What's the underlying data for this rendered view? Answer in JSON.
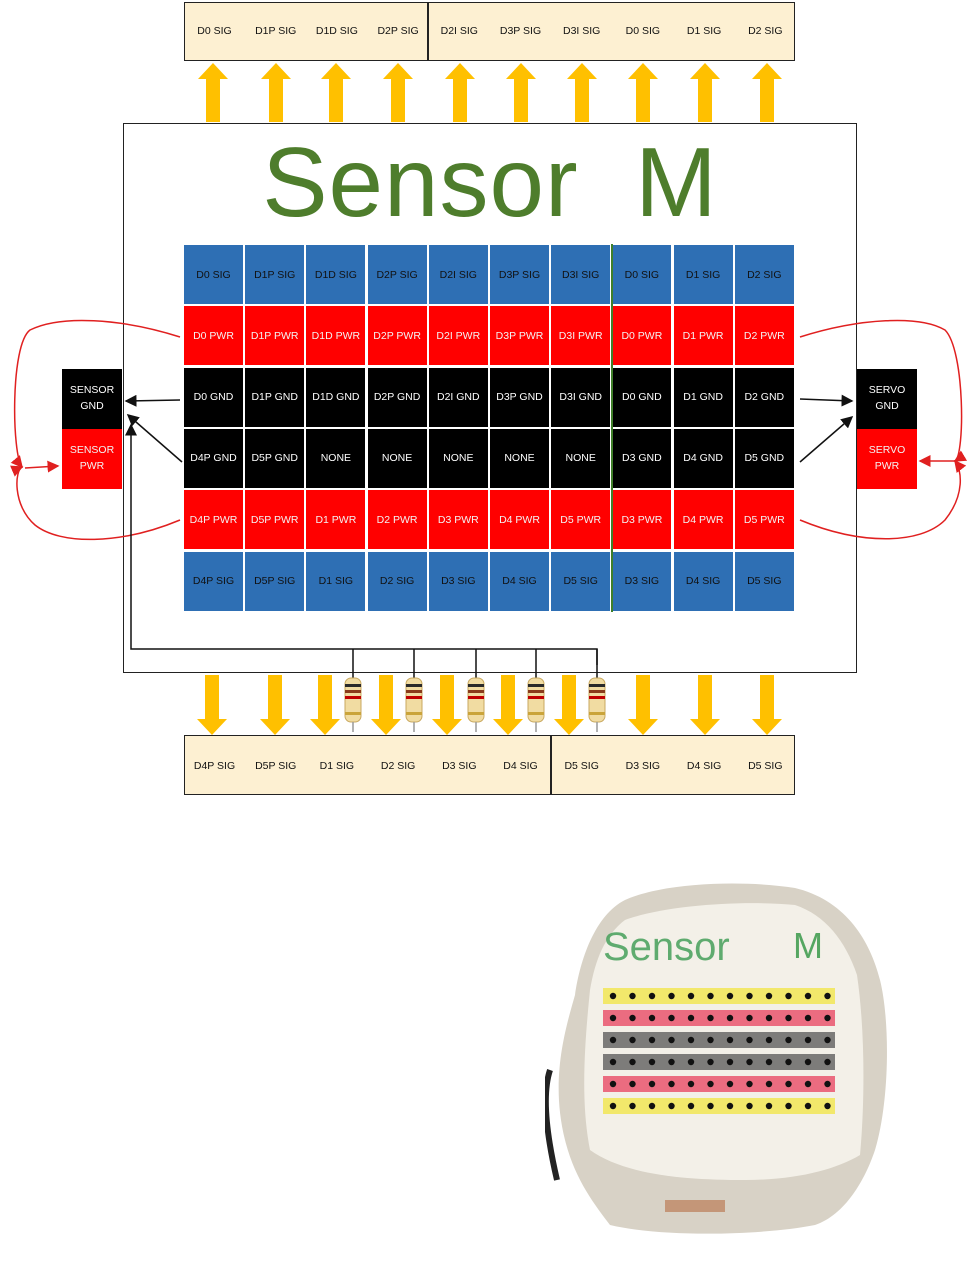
{
  "title": "Sensor  M",
  "top_headers": [
    "D0 SIG",
    "D1P SIG",
    "D1D SIG",
    "D2P SIG",
    "D2I SIG",
    "D3P SIG",
    "D3I SIG",
    "D0 SIG",
    "D1 SIG",
    "D2 SIG"
  ],
  "bottom_headers": [
    "D4P SIG",
    "D5P SIG",
    "D1 SIG",
    "D2 SIG",
    "D3 SIG",
    "D4 SIG",
    "D5 SIG",
    "D3 SIG",
    "D4 SIG",
    "D5 SIG"
  ],
  "grid_rows": [
    {
      "kind": "sig",
      "cells": [
        "D0 SIG",
        "D1P SIG",
        "D1D SIG",
        "D2P SIG",
        "D2I SIG",
        "D3P SIG",
        "D3I SIG",
        "D0 SIG",
        "D1 SIG",
        "D2 SIG"
      ]
    },
    {
      "kind": "pwr",
      "cells": [
        "D0 PWR",
        "D1P PWR",
        "D1D PWR",
        "D2P PWR",
        "D2I PWR",
        "D3P PWR",
        "D3I PWR",
        "D0 PWR",
        "D1 PWR",
        "D2 PWR"
      ]
    },
    {
      "kind": "gnd",
      "cells": [
        "D0 GND",
        "D1P GND",
        "D1D GND",
        "D2P GND",
        "D2I GND",
        "D3P GND",
        "D3I GND",
        "D0 GND",
        "D1 GND",
        "D2 GND"
      ]
    },
    {
      "kind": "gnd",
      "cells": [
        "D4P GND",
        "D5P GND",
        "NONE",
        "NONE",
        "NONE",
        "NONE",
        "NONE",
        "D3 GND",
        "D4 GND",
        "D5 GND"
      ]
    },
    {
      "kind": "pwr",
      "cells": [
        "D4P PWR",
        "D5P PWR",
        "D1 PWR",
        "D2 PWR",
        "D3 PWR",
        "D4 PWR",
        "D5 PWR",
        "D3 PWR",
        "D4 PWR",
        "D5 PWR"
      ]
    },
    {
      "kind": "sig",
      "cells": [
        "D4P SIG",
        "D5P SIG",
        "D1 SIG",
        "D2 SIG",
        "D3 SIG",
        "D4 SIG",
        "D5 SIG",
        "D3 SIG",
        "D4 SIG",
        "D5 SIG"
      ]
    }
  ],
  "sensor_gnd": "SENSOR\nGND",
  "sensor_pwr": "SENSOR\nPWR",
  "servo_gnd": "SERVO\nGND",
  "servo_pwr": "SERVO\nPWR",
  "photo_label": {
    "left": "Sensor",
    "right": "M"
  },
  "colors": {
    "sig": "#2e6fb4",
    "pwr": "#ff0000",
    "gnd": "#000000",
    "arrow": "#ffc000",
    "header_bg": "#fdf0d2",
    "title": "#4e7d2c"
  }
}
